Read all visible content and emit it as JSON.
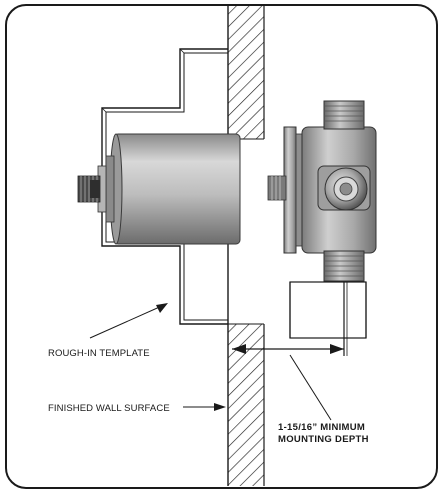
{
  "labels": {
    "rough_in_template": "ROUGH-IN TEMPLATE",
    "finished_wall_surface": "FINISHED WALL SURFACE",
    "depth_line1": "1-15/16” MINIMUM",
    "depth_line2": "MOUNTING DEPTH"
  },
  "colors": {
    "frame": "#1a1a1a",
    "body_light": "#cfcfcf",
    "body_mid": "#9a9a9a",
    "body_dark": "#6e6e6e",
    "hatch": "#222222"
  }
}
